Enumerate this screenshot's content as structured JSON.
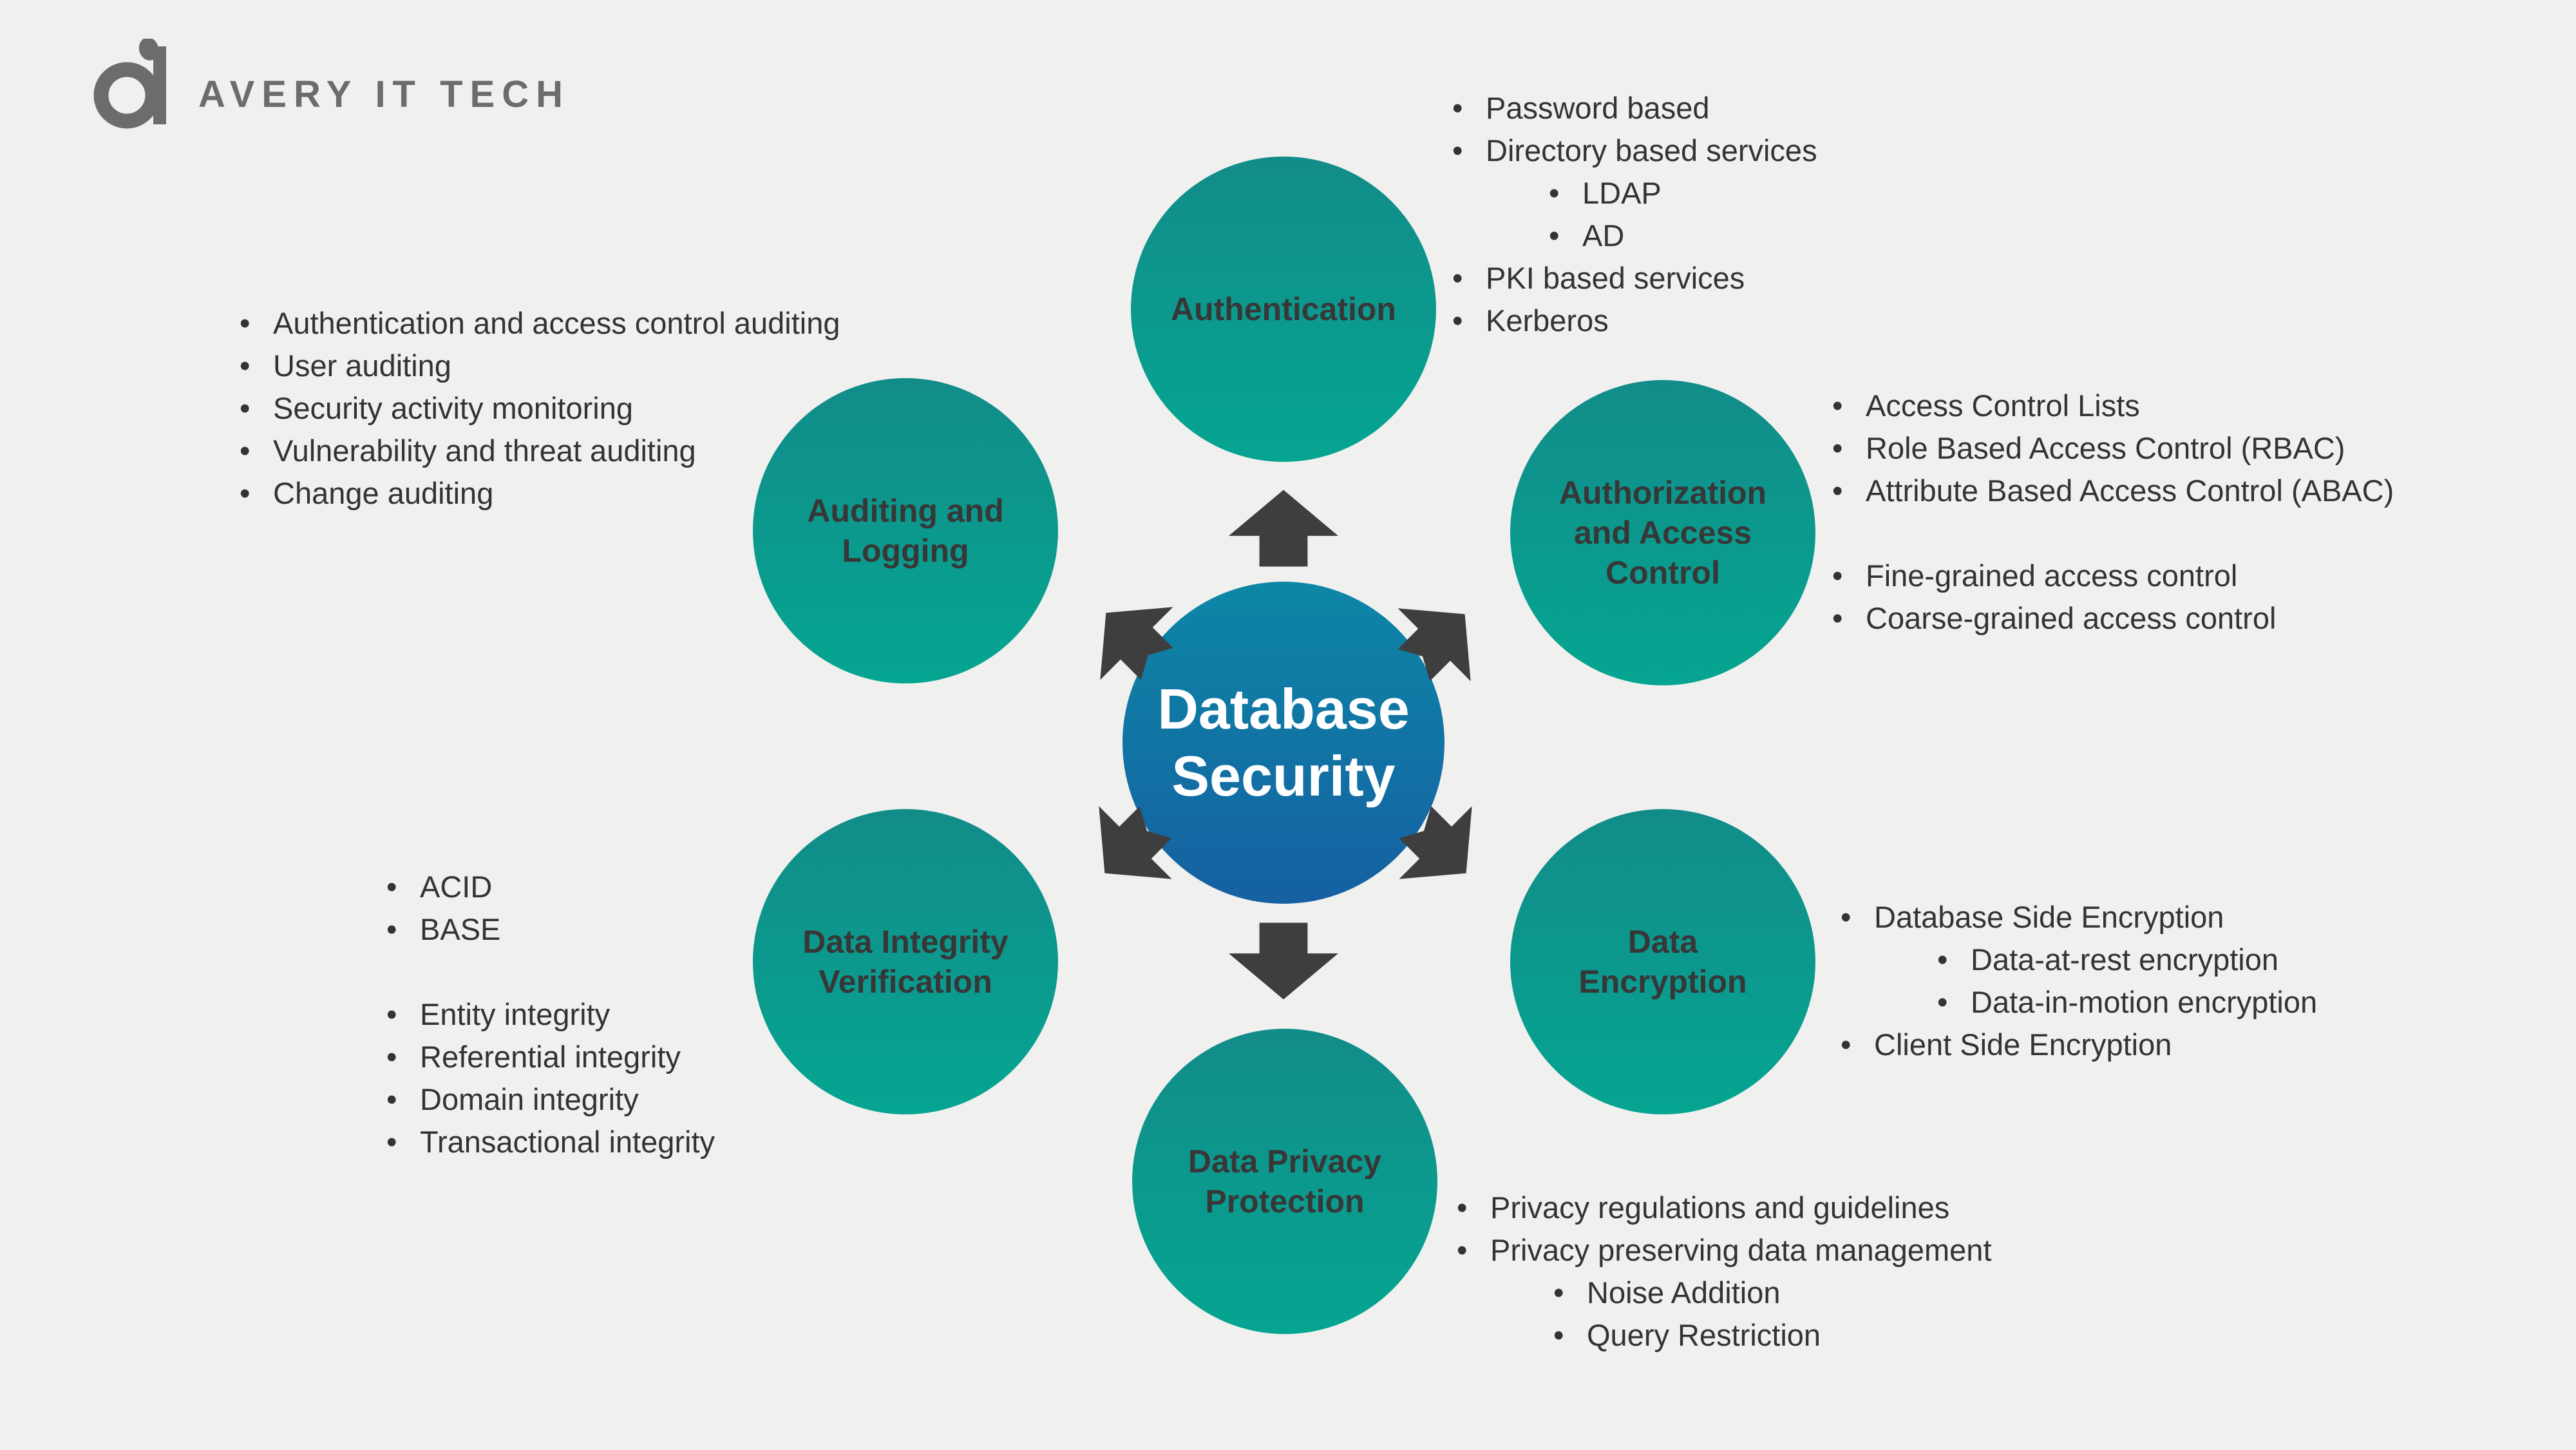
{
  "logo": {
    "brand": "AVERY IT TECH",
    "icon": "avery-ai-logo-icon"
  },
  "center": {
    "title_lines": [
      "Database",
      "Security"
    ]
  },
  "nodes": {
    "authentication": {
      "label_lines": [
        "Authentication"
      ],
      "items": [
        {
          "t": "Password based",
          "i": 0,
          "g": 0
        },
        {
          "t": "Directory based services",
          "i": 0,
          "g": 0
        },
        {
          "t": "LDAP",
          "i": 1,
          "g": 0
        },
        {
          "t": "AD",
          "i": 1,
          "g": 0
        },
        {
          "t": "PKI based services",
          "i": 0,
          "g": 0
        },
        {
          "t": "Kerberos",
          "i": 0,
          "g": 0
        }
      ]
    },
    "authorization": {
      "label_lines": [
        "Authorization",
        "and Access",
        "Control"
      ],
      "items": [
        {
          "t": "Access Control Lists",
          "i": 0,
          "g": 0
        },
        {
          "t": "Role Based Access Control (RBAC)",
          "i": 0,
          "g": 0
        },
        {
          "t": "Attribute Based Access Control (ABAC)",
          "i": 0,
          "g": 0
        },
        {
          "t": "Fine-grained access control",
          "i": 0,
          "g": 1
        },
        {
          "t": "Coarse-grained access control",
          "i": 0,
          "g": 0
        }
      ]
    },
    "encryption": {
      "label_lines": [
        "Data",
        "Encryption"
      ],
      "items": [
        {
          "t": "Database Side Encryption",
          "i": 0,
          "g": 0
        },
        {
          "t": "Data-at-rest encryption",
          "i": 1,
          "g": 0
        },
        {
          "t": "Data-in-motion encryption",
          "i": 1,
          "g": 0
        },
        {
          "t": "Client Side Encryption",
          "i": 0,
          "g": 0
        }
      ]
    },
    "privacy": {
      "label_lines": [
        "Data Privacy",
        "Protection"
      ],
      "items": [
        {
          "t": "Privacy regulations and guidelines",
          "i": 0,
          "g": 0
        },
        {
          "t": "Privacy preserving data management",
          "i": 0,
          "g": 0
        },
        {
          "t": "Noise Addition",
          "i": 1,
          "g": 0
        },
        {
          "t": "Query Restriction",
          "i": 1,
          "g": 0
        }
      ]
    },
    "integrity": {
      "label_lines": [
        "Data Integrity",
        "Verification"
      ],
      "items": [
        {
          "t": "ACID",
          "i": 0,
          "g": 0
        },
        {
          "t": "BASE",
          "i": 0,
          "g": 0
        },
        {
          "t": "Entity integrity",
          "i": 0,
          "g": 1
        },
        {
          "t": "Referential integrity",
          "i": 0,
          "g": 0
        },
        {
          "t": "Domain integrity",
          "i": 0,
          "g": 0
        },
        {
          "t": "Transactional integrity",
          "i": 0,
          "g": 0
        }
      ]
    },
    "auditing": {
      "label_lines": [
        "Auditing and",
        "Logging"
      ],
      "items": [
        {
          "t": "Authentication and access control auditing",
          "i": 0,
          "g": 0
        },
        {
          "t": "User auditing",
          "i": 0,
          "g": 0
        },
        {
          "t": "Security activity monitoring",
          "i": 0,
          "g": 0
        },
        {
          "t": "Vulnerability and threat auditing",
          "i": 0,
          "g": 0
        },
        {
          "t": "Change auditing",
          "i": 0,
          "g": 0
        }
      ]
    }
  },
  "arrows": [
    "up",
    "up-right",
    "down-right",
    "down",
    "down-left",
    "up-left"
  ],
  "colors": {
    "background": "#f0f0ef",
    "node_gradient_top": "#128c89",
    "node_gradient_bottom": "#05a591",
    "center_gradient_top": "#0d87a6",
    "center_gradient_bottom": "#1560a2",
    "arrow": "#3e3e3e",
    "bullet_text": "#333333",
    "circle_label_text": "#373737",
    "center_text": "#ffffff",
    "logo_gray": "#6c6c6c"
  }
}
